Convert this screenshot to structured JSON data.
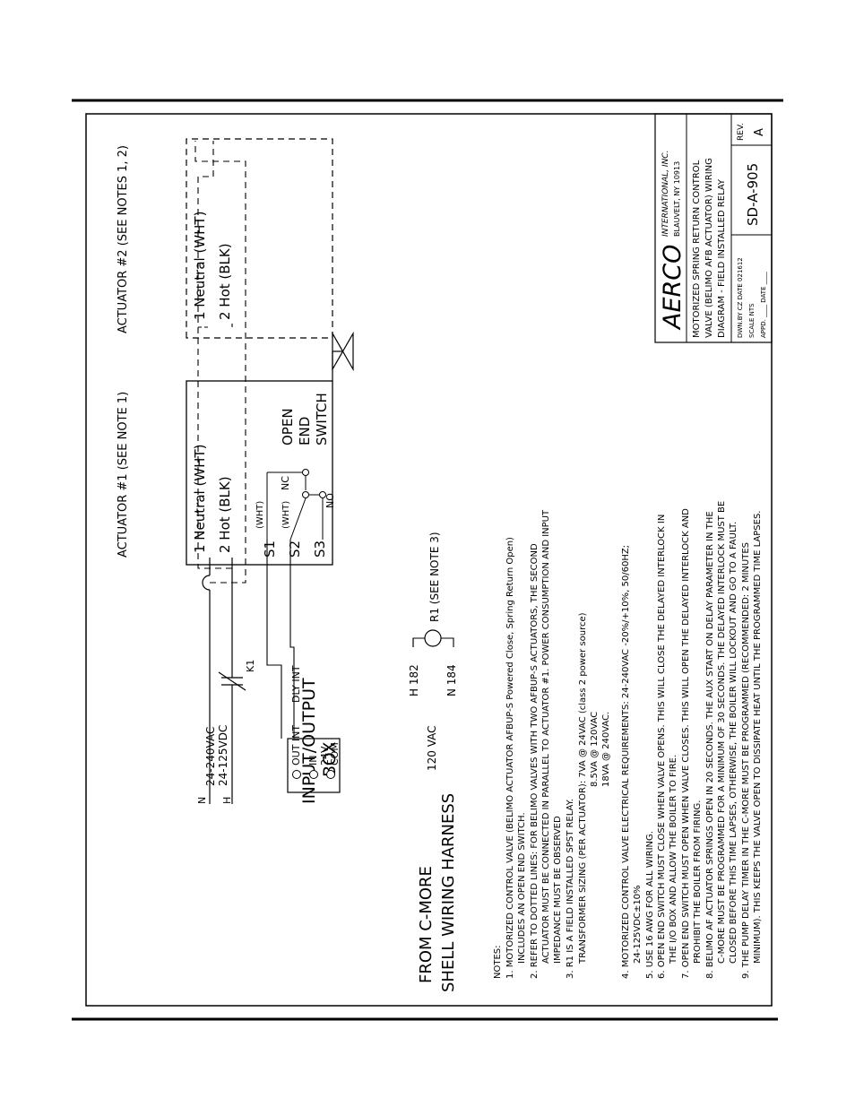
{
  "actuator1": {
    "title": "ACTUATOR #1 (SEE NOTE 1)"
  },
  "actuator2": {
    "title": "ACTUATOR #2 (SEE NOTES 1, 2)"
  },
  "terminals": {
    "neutral": "1 Neutral (WHT)",
    "hot": "2 Hot (BLK)",
    "s1": "S1",
    "s2": "S2",
    "s3": "S3",
    "wht1": "(WHT)",
    "wht2": "(WHT)",
    "nc": "NC",
    "no": "NO"
  },
  "switch": {
    "line1": "OPEN",
    "line2": "END",
    "line3": "SWITCH"
  },
  "supply": {
    "line1": "24-240VAC",
    "line2": "24-125VDC",
    "n": "N",
    "h": "H",
    "k1": "K1"
  },
  "io_box": {
    "title1": "INPUT/OUTPUT",
    "title2": "BOX",
    "out_int": "OUT INT",
    "dly_int": "DLY INT",
    "in": "IN",
    "v24": "24V",
    "com": "COM"
  },
  "cmore": {
    "line1": "FROM C-MORE",
    "line2": "SHELL WIRING HARNESS",
    "vac": "120 VAC",
    "h182": "H 182",
    "n184": "N 184"
  },
  "relay": {
    "label": "R1 (SEE NOTE 3)"
  },
  "notes": [
    "NOTES:",
    "1. MOTORIZED CONTROL VALVE (BELIMO ACTUATOR AFBUP-S Powered Close, Spring Return Open)",
    "INCLUDES AN OPEN END SWITCH.",
    "2. REFER TO DOTTED LINES: FOR BELIMO VALVES WITH TWO AFBUP-S ACTUATORS, THE SECOND",
    "ACTUATOR MUST BE CONNECTED IN PARALLEL TO ACTUATOR #1. POWER CONSUMPTION AND INPUT",
    "IMPEDANCE MUST BE OBSERVED",
    "3. R1 IS A FIELD INSTALLED SPST RELAY.",
    "TRANSFORMER SIZING (PER ACTUATOR): 7VA @ 24VAC (class 2 power source)",
    "8.5VA @ 120VAC",
    "18VA @ 240VAC.",
    "4. MOTORIZED CONTROL VALVE ELECTRICAL REQUIREMENTS: 24-240VAC -20%/+10%, 50/60HZ;",
    "24-125VDC±10%",
    "5. USE 16 AWG FOR ALL WIRING.",
    "6. OPEN END SWITCH MUST CLOSE WHEN VALVE OPENS. THIS WILL CLOSE THE DELAYED INTERLOCK IN",
    "THE I/O BOX AND ALLOW THE BOILER TO FIRE.",
    "7. OPEN END SWITCH MUST OPEN WHEN VALVE CLOSES. THIS WILL OPEN THE DELAYED INTERLOCK AND",
    "PROHIBIT THE BOILER FROM FIRING.",
    "8. BELIMO AF ACTUATOR SPRINGS OPEN IN 20 SECONDS. THE AUX START ON DELAY PARAMETER IN THE",
    "C-MORE MUST BE PROGRAMMED FOR A MINIMUM OF 30 SECONDS. THE DELAYED INTERLOCK MUST BE",
    "CLOSED BEFORE THIS TIME LAPSES, OTHERWISE, THE BOILER WILL LOCKOUT AND GO TO A FAULT.",
    "9. THE PUMP DELAY TIMER IN THE C-MORE MUST BE PROGRAMMED (RECOMMENDED: 2 MINUTES",
    "MINIMUM). THIS KEEPS THE VALVE OPEN TO DISSIPATE HEAT UNTIL THE PROGRAMMED TIME LAPSES."
  ],
  "title_block": {
    "company": "AERCO",
    "company_full": "INTERNATIONAL, INC.",
    "address": "BLAUVELT, NY 10913",
    "desc1": "MOTORIZED SPRING RETURN CONTROL",
    "desc2": "VALVE (BELIMO AFB ACTUATOR) WIRING",
    "desc3": "DIAGRAM - FIELD INSTALLED RELAY",
    "dwn": "DWN.BY CZ DATE 021612",
    "scale": "SCALE NTS",
    "appd": "APPD. ____ DATE ____",
    "doc_no": "SD-A-905",
    "rev_label": "REV.",
    "rev": "A"
  }
}
